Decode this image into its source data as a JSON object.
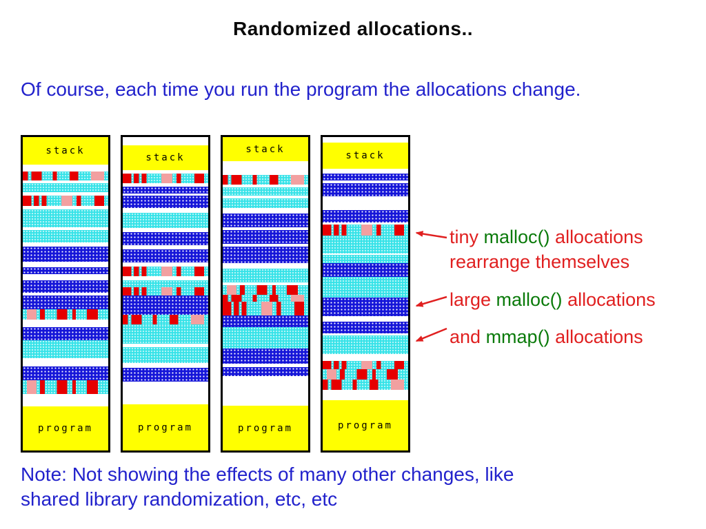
{
  "title": "Randomized allocations..",
  "intro": "Of course, each time you run the program the allocations change.",
  "note_line1": "Note: Not showing the effects of many other changes, like",
  "note_line2": "shared library randomization, etc, etc",
  "column_labels": {
    "top": "stack",
    "bottom": "program"
  },
  "colors": {
    "text_blue": "#2222cc",
    "annotation_red": "#e02020",
    "code_green": "#0a7a0a",
    "band_cyan": "#35e2e8",
    "band_blue": "#1515d8",
    "band_red": "#e60000",
    "band_yellow": "#ffff00"
  },
  "annotations": {
    "tiny": {
      "w1": "tiny ",
      "w2": "malloc()",
      "w3": " allocations",
      "line2": "rearrange themselves"
    },
    "large": {
      "w1": "large ",
      "w2": "malloc()",
      "w3": " allocations"
    },
    "mmap": {
      "w1": "and ",
      "w2": "mmap()",
      "w3": " allocations"
    }
  },
  "columns": [
    {
      "name": "run-1",
      "bands": [
        {
          "t": "stack",
          "h": 40
        },
        {
          "t": "white",
          "h": 10
        },
        {
          "t": "tiny",
          "h": 13
        },
        {
          "t": "white",
          "h": 4
        },
        {
          "t": "cyan",
          "h": 13
        },
        {
          "t": "white",
          "h": 5
        },
        {
          "t": "tiny",
          "h": 15
        },
        {
          "t": "white",
          "h": 5
        },
        {
          "t": "cyan",
          "h": 26
        },
        {
          "t": "white",
          "h": 4
        },
        {
          "t": "cyan",
          "h": 18
        },
        {
          "t": "white",
          "h": 6
        },
        {
          "t": "blue",
          "h": 22
        },
        {
          "t": "white",
          "h": 8
        },
        {
          "t": "blue",
          "h": 10
        },
        {
          "t": "white",
          "h": 9
        },
        {
          "t": "blue",
          "h": 18
        },
        {
          "t": "white",
          "h": 4
        },
        {
          "t": "blue",
          "h": 20
        },
        {
          "t": "tiny",
          "h": 15
        },
        {
          "t": "white",
          "h": 11
        },
        {
          "t": "blue",
          "h": 19
        },
        {
          "t": "cyan",
          "h": 26
        },
        {
          "t": "white",
          "h": 12
        },
        {
          "t": "blue",
          "h": 20
        },
        {
          "t": "tiny",
          "h": 20
        },
        {
          "t": "white",
          "h": 18
        },
        {
          "t": "program",
          "h": 64
        }
      ]
    },
    {
      "name": "run-2",
      "bands": [
        {
          "t": "white",
          "h": 12
        },
        {
          "t": "stack",
          "h": 36
        },
        {
          "t": "white",
          "h": 5
        },
        {
          "t": "tiny",
          "h": 14
        },
        {
          "t": "white",
          "h": 5
        },
        {
          "t": "blue",
          "h": 10
        },
        {
          "t": "white",
          "h": 3
        },
        {
          "t": "blue",
          "h": 18
        },
        {
          "t": "white",
          "h": 7
        },
        {
          "t": "cyan",
          "h": 22
        },
        {
          "t": "white",
          "h": 6
        },
        {
          "t": "blue",
          "h": 19
        },
        {
          "t": "white",
          "h": 6
        },
        {
          "t": "blue",
          "h": 19
        },
        {
          "t": "white",
          "h": 6
        },
        {
          "t": "tiny",
          "h": 14
        },
        {
          "t": "white",
          "h": 6
        },
        {
          "t": "cyan",
          "h": 10
        },
        {
          "t": "tiny",
          "h": 12
        },
        {
          "t": "blue",
          "h": 28
        },
        {
          "t": "tiny",
          "h": 14
        },
        {
          "t": "cyan",
          "h": 28
        },
        {
          "t": "white",
          "h": 5
        },
        {
          "t": "cyan",
          "h": 23
        },
        {
          "t": "white",
          "h": 7
        },
        {
          "t": "blue",
          "h": 20
        },
        {
          "t": "white",
          "h": 33
        },
        {
          "t": "program",
          "h": 67
        }
      ]
    },
    {
      "name": "run-3",
      "bands": [
        {
          "t": "stack",
          "h": 35
        },
        {
          "t": "white",
          "h": 20
        },
        {
          "t": "tiny",
          "h": 14
        },
        {
          "t": "white",
          "h": 4
        },
        {
          "t": "cyan",
          "h": 12
        },
        {
          "t": "white",
          "h": 4
        },
        {
          "t": "cyan",
          "h": 14
        },
        {
          "t": "white",
          "h": 8
        },
        {
          "t": "blue",
          "h": 20
        },
        {
          "t": "white",
          "h": 4
        },
        {
          "t": "blue",
          "h": 20
        },
        {
          "t": "white",
          "h": 4
        },
        {
          "t": "blue",
          "h": 24
        },
        {
          "t": "white",
          "h": 8
        },
        {
          "t": "cyan",
          "h": 20
        },
        {
          "t": "white",
          "h": 4
        },
        {
          "t": "tiny",
          "h": 14
        },
        {
          "t": "tiny",
          "h": 10
        },
        {
          "t": "tiny",
          "h": 20
        },
        {
          "t": "blue",
          "h": 17
        },
        {
          "t": "cyan",
          "h": 31
        },
        {
          "t": "blue",
          "h": 22
        },
        {
          "t": "white",
          "h": 5
        },
        {
          "t": "blue",
          "h": 13
        },
        {
          "t": "white",
          "h": 43
        },
        {
          "t": "program",
          "h": 65
        }
      ]
    },
    {
      "name": "run-4",
      "bands": [
        {
          "t": "white",
          "h": 8
        },
        {
          "t": "stack",
          "h": 38
        },
        {
          "t": "white",
          "h": 7
        },
        {
          "t": "blue",
          "h": 10
        },
        {
          "t": "white",
          "h": 4
        },
        {
          "t": "blue",
          "h": 19
        },
        {
          "t": "white",
          "h": 20
        },
        {
          "t": "blue",
          "h": 18
        },
        {
          "t": "white",
          "h": 3
        },
        {
          "t": "tiny",
          "h": 16
        },
        {
          "t": "cyan",
          "h": 26
        },
        {
          "t": "white",
          "h": 2
        },
        {
          "t": "cyan",
          "h": 12
        },
        {
          "t": "blue",
          "h": 20
        },
        {
          "t": "cyan",
          "h": 30
        },
        {
          "t": "blue",
          "h": 27
        },
        {
          "t": "white",
          "h": 8
        },
        {
          "t": "blue",
          "h": 17
        },
        {
          "t": "white",
          "h": 3
        },
        {
          "t": "cyan",
          "h": 27
        },
        {
          "t": "white",
          "h": 10
        },
        {
          "t": "tiny",
          "h": 12
        },
        {
          "t": "tiny",
          "h": 15
        },
        {
          "t": "tiny",
          "h": 15
        },
        {
          "t": "white",
          "h": 15
        },
        {
          "t": "program",
          "h": 73
        }
      ]
    }
  ]
}
